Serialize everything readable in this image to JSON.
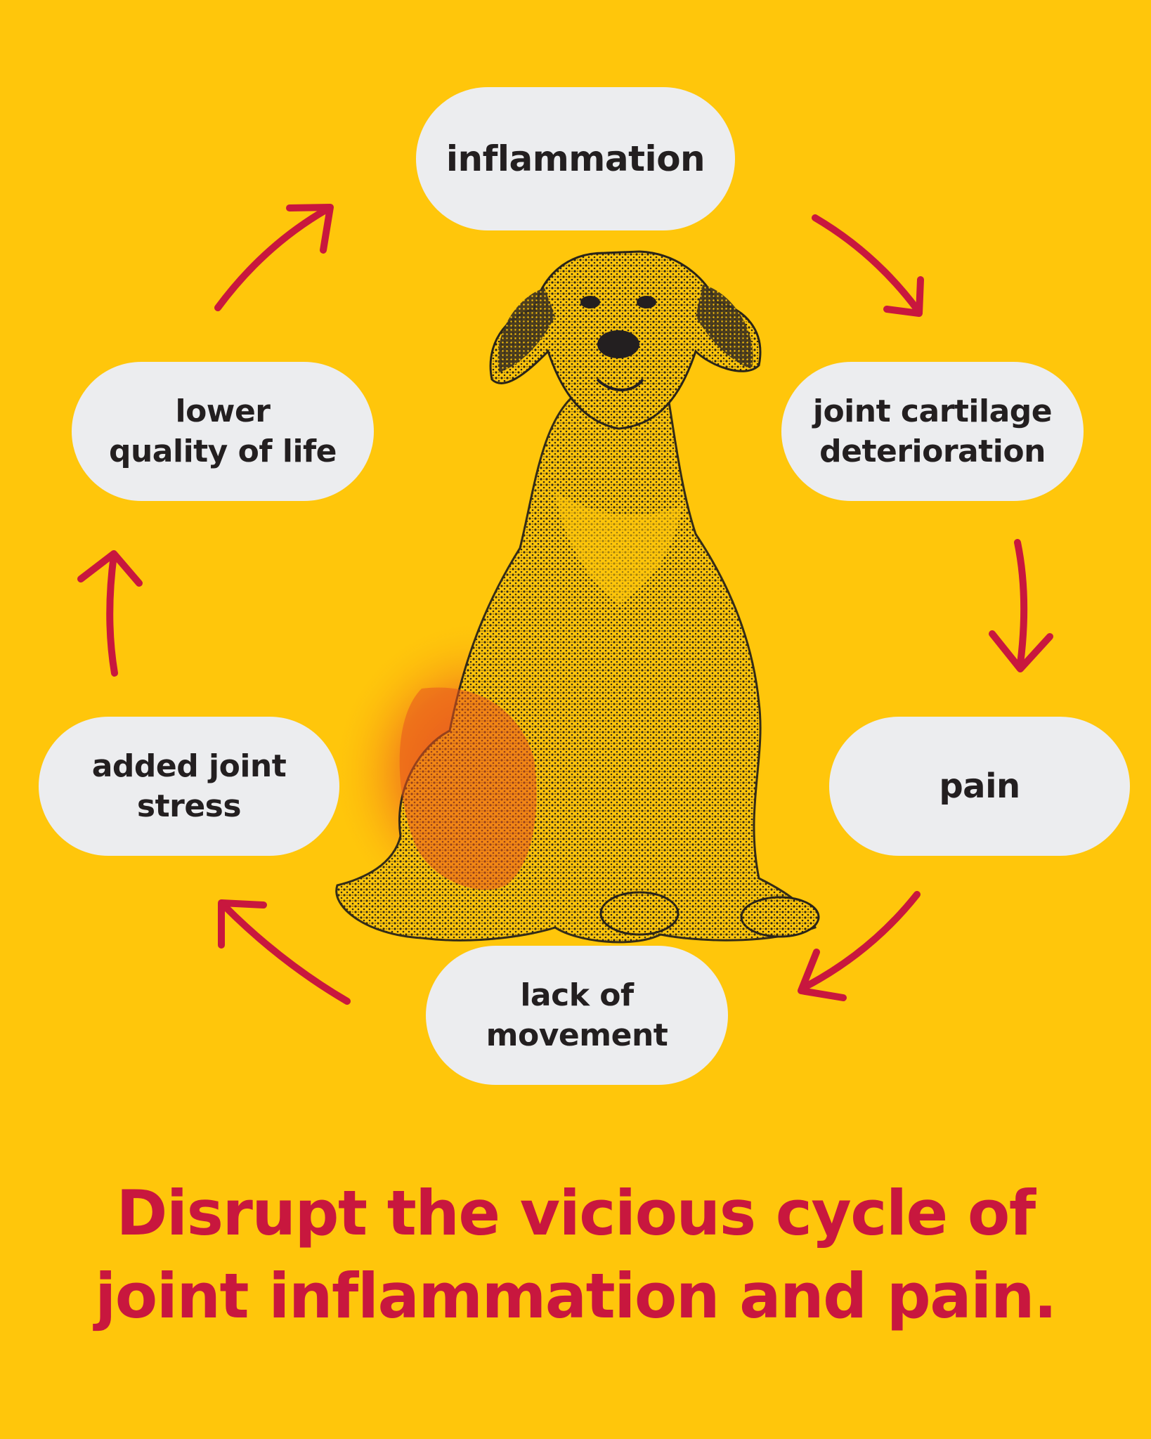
{
  "cycle": {
    "nodes": [
      {
        "id": "inflammation",
        "label": "inflammation"
      },
      {
        "id": "cartilage",
        "label": "joint cartilage\ndeterioration"
      },
      {
        "id": "pain",
        "label": "pain"
      },
      {
        "id": "movement",
        "label": "lack of\nmovement"
      },
      {
        "id": "stress",
        "label": "added joint\nstress"
      },
      {
        "id": "quality",
        "label": "lower\nquality of life"
      }
    ]
  },
  "headline": "Disrupt the vicious cycle of\njoint inflammation and pain.",
  "illustration": {
    "subject": "dog-illustration"
  },
  "colors": {
    "background": "#FFC60B",
    "pill": "#ECEDEF",
    "arrow": "#C8173E",
    "headline": "#C8173E",
    "text": "#231F20"
  }
}
